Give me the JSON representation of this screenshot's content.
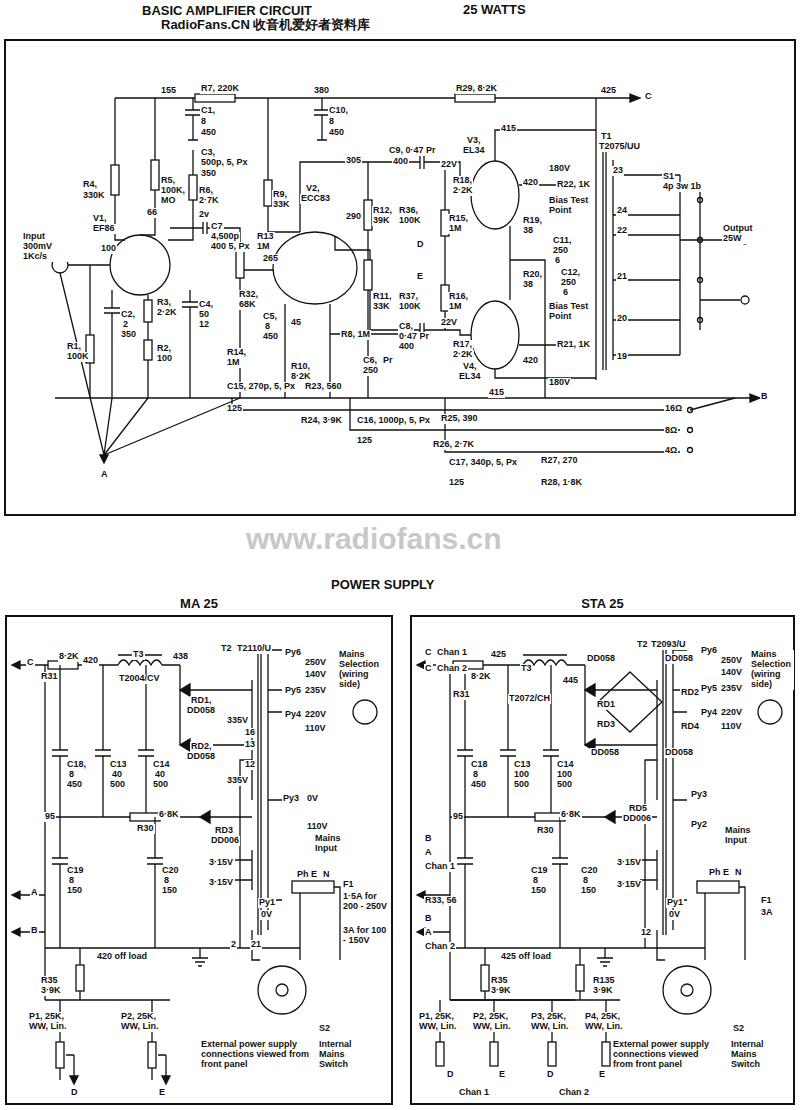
{
  "diagram": {
    "title": "BASIC AMPLIFIER CIRCUIT",
    "nodes": [
      {
        "text": [
          "MA 25"
        ]
      },
      {
        "text": [
          "STA 25"
        ]
      }
    ],
    "labels": [
      "25 WATTS",
      "RadioFans.CN 收音机爱好者资料库",
      "155",
      "R7, 220K",
      "C1,",
      "8",
      "450",
      "380",
      "C10,",
      "8",
      "450",
      "R29, 8·2K",
      "425",
      "C",
      "C3,",
      "500p, 5, Px",
      "350",
      "R4,",
      "330K",
      "R5,",
      "100K,",
      "MO",
      "R6,",
      "2·7K",
      "V1,",
      "EF86",
      "100",
      "66",
      "2v",
      "C7",
      "4,500p",
      "400 5, Px",
      "R13",
      "1M",
      "Input 300mV 1Kc/s",
      "C2,",
      "2",
      "350",
      "R1,",
      "100K",
      "R3,",
      "2·2K",
      "R2,",
      "100",
      "C4,",
      "50",
      "12",
      "R9,",
      "33K",
      "265",
      "305",
      "V2,",
      "ECC83",
      "290",
      "R32,",
      "68K",
      "C5,",
      "8",
      "450",
      "45",
      "R14,",
      "1M",
      "R10,",
      "8·2K",
      "R8, 1M",
      "C6,",
      "250",
      "Pr",
      "C9, 0·47 Pr",
      "400",
      "22V",
      "R18,",
      "2·2K",
      "R12,",
      "39K",
      "R36,",
      "100K",
      "D",
      "R15,",
      "1M",
      "R11,",
      "33K",
      "R37,",
      "100K",
      "E",
      "R16,",
      "1M",
      "C8,",
      "0·47 Pr",
      "400",
      "22V",
      "R17,",
      "2·2K",
      "415",
      "V3,",
      "EL34",
      "420",
      "180V",
      "R22, 1K",
      "Bias Test Point",
      "R19,",
      "38",
      "C11,",
      "250",
      "6",
      "R20,",
      "38",
      "C12,",
      "250",
      "6",
      "Bias Test Point",
      "R21, 1K",
      "420",
      "V4,",
      "EL34",
      "415",
      "180V",
      "T1",
      "T2075/UU",
      "S1",
      "4p 3w 1b",
      "23",
      "24",
      "22",
      "21",
      "20",
      "19",
      "Output 25W",
      "C15, 270p, 5, Px",
      "125",
      "R23, 560",
      "R24, 3·9K",
      "C16, 1000p, 5, Px",
      "125",
      "R25, 390",
      "R26, 2·7K",
      "C17, 340p, 5, Px",
      "125",
      "R27, 270",
      "R28, 1·8K",
      "16Ω",
      "8Ω",
      "4Ω",
      "B",
      "A",
      "www.radiofans.cn",
      "POWER SUPPLY",
      "C",
      "420",
      "8·2K",
      "R31",
      "T3",
      "T2004/CV",
      "438",
      "T2",
      "T2110/U",
      "RD1,",
      "DD058",
      "RD2,",
      "DD058",
      "335V",
      "16",
      "13",
      "12",
      "335V",
      "Py6",
      "250V",
      "140V",
      "Py5",
      "235V",
      "Py4",
      "220V",
      "110V",
      "Mains Selection (wiring side)",
      "C18,",
      "8",
      "450",
      "C13",
      "40",
      "500",
      "C14",
      "40",
      "500",
      "95",
      "R30",
      "6·8K",
      "RD3",
      "DD006",
      "C19",
      "8",
      "150",
      "C20",
      "8",
      "150",
      "Py3",
      "0V",
      "110V",
      "3·15V",
      "3·15V",
      "Mains Input",
      "Ph",
      "E",
      "N",
      "Py1",
      "0V",
      "2",
      "21",
      "F1",
      "1·5A for 200 - 250V",
      "3A for 100 - 150V",
      "A",
      "B",
      "420 off load",
      "R35",
      "3·9K",
      "P1, 25K, WW, Lin.",
      "P2, 25K, WW, Lin.",
      "D",
      "E",
      "S2",
      "External power supply connections viewed from front panel",
      "Internal Mains Switch",
      "C",
      "Chan 1",
      "C",
      "Chan 2",
      "425",
      "R31",
      "8·2K",
      "T3",
      "T2072/CH",
      "445",
      "T2",
      "T2093/U",
      "DD058",
      "DD058",
      "RD1",
      "RD2",
      "RD3",
      "DD058",
      "RD4",
      "DD058",
      "C18",
      "8",
      "450",
      "C13",
      "100",
      "500",
      "C14",
      "100",
      "500",
      "RD5",
      "DD006",
      "R30",
      "6·8K",
      "95",
      "C19",
      "8",
      "150",
      "C20",
      "8",
      "150",
      "3·15V",
      "3·15V",
      "B",
      "A",
      "Chan 1",
      "R33, 56",
      "B",
      "A",
      "Chan 2",
      "425 off load",
      "R35",
      "3·9K",
      "R135",
      "3·9K",
      "P1, 25K, WW, Lin.",
      "P2, 25K, WW, Lin.",
      "P3, 25K, WW, Lin.",
      "P4, 25K, WW, Lin.",
      "D",
      "E",
      "Chan 1",
      "D",
      "E",
      "Chan 2",
      "Py6",
      "250V",
      "140V",
      "Py5",
      "235V",
      "Py4",
      "220V",
      "110V",
      "Mains Selection (wiring side)",
      "Py3",
      "Py2",
      "Mains Input",
      "Ph",
      "E",
      "N",
      "Py1",
      "0V",
      "12",
      "F1",
      "3A",
      "S2",
      "External power supply connections viewed from front panel",
      "Internal Mains Switch"
    ]
  }
}
